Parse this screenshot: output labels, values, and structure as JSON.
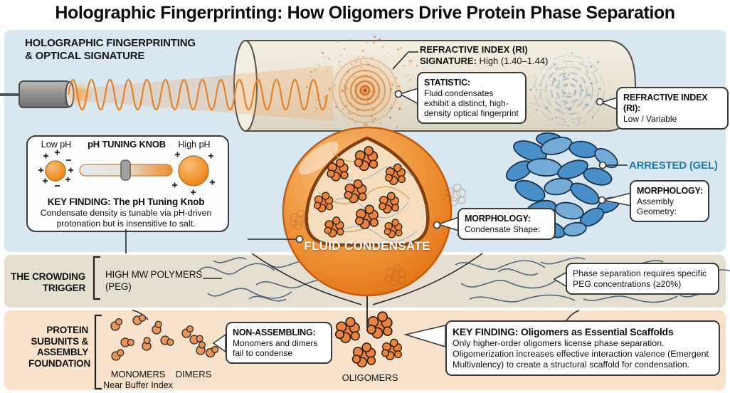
{
  "title": "Holographic Fingerprinting: How Oligomers Drive Protein Phase Separation",
  "colors": {
    "section_optical_bg": "#d9e7f1",
    "section_crowding_bg": "#e4dfd0",
    "section_protein_bg": "#f8e2cc",
    "accent_orange": "#e07b28",
    "gel_blue": "#4a8fc7",
    "arrested_label_blue": "#2279ab"
  },
  "optical": {
    "heading_line1": "HOLOGRAPHIC FINGERPRINTING",
    "heading_line2": "& OPTICAL SIGNATURE",
    "ri_high_line1": "REFRACTIVE INDEX (RI)",
    "ri_high_line2_bold": "SIGNATURE:",
    "ri_high_line2_rest": " High (1.40–1.44)",
    "statistic_title": "STATISTIC:",
    "statistic_body": "Fluid condensates exhibit a distinct, high-density optical fingerprint",
    "ri_low_bold": "REFRACTIVE INDEX (RI):",
    "ri_low_value": "Low / Variable"
  },
  "ph_panel": {
    "low_label": "Low pH",
    "knob_label": "pH TUNING KNOB",
    "high_label": "High pH",
    "finding_title": "KEY FINDING: The pH Tuning Knob",
    "finding_body": "Condensate density is tunable via pH-driven protonation but is insensitive to salt."
  },
  "condensate": {
    "label": "FLUID CONDENSATE",
    "morphology_title": "MORPHOLOGY:",
    "morphology_value": "Condensate Shape:"
  },
  "gel": {
    "label": "ARRESTED (GEL)",
    "morphology_title": "MORPHOLOGY:",
    "morphology_line1": "Assembly",
    "morphology_line2": "Geometry:"
  },
  "crowding": {
    "row_label_line1": "THE CROWDING",
    "row_label_line2": "TRIGGER",
    "item_line1": "HIGH MW POLYMERS",
    "item_line2": "(PEG)",
    "bubble": "Phase separation requires specific PEG concentrations (≥20%)"
  },
  "protein": {
    "row_label_lines": [
      "PROTEIN",
      "SUBUNITS &",
      "ASSEMBLY",
      "FOUNDATION"
    ],
    "monomers_label": "MONOMERS",
    "monomers_sub": "Near Buffer Index",
    "dimers_label": "DIMERS",
    "non_assembling_title": "NON-ASSEMBLING:",
    "non_assembling_body": "Monomers and dimers fail to condense",
    "oligomers_label": "OLIGOMERS",
    "key_finding_title": "KEY FINDING: Oligomers as Essential Scaffolds",
    "key_finding_body": "Only higher-order oligomers license phase separation. Oligomerization increases effective interaction valence (Emergent Multivalency) to create a structural scaffold for condensation."
  }
}
